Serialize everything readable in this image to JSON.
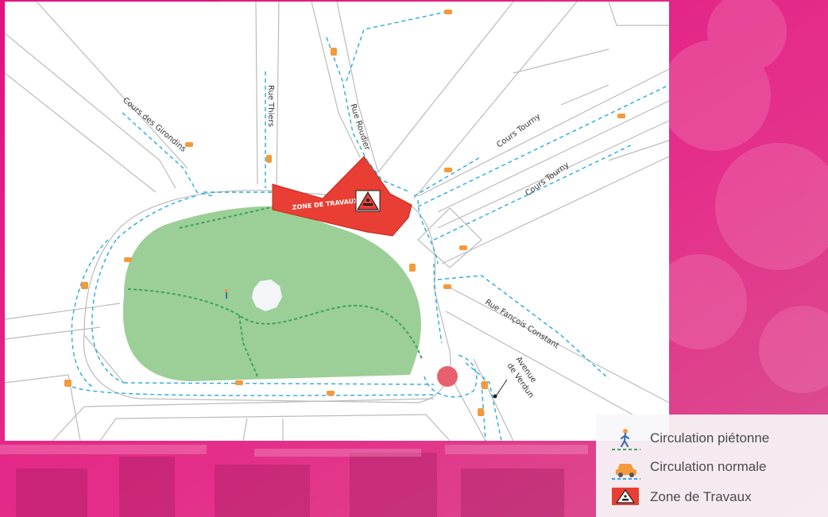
{
  "streets": {
    "rue_thiers": "Rue Thiers",
    "rue_roudier": "Rue Roudier",
    "cours_girondins": "Cours des Girondins",
    "cours_tourny_1": "Cours Tourny",
    "cours_tourny_2": "Cours Tourny",
    "rue_francois_constant": "Rue Fançois Constant",
    "avenue_verdun_1": "Avenue",
    "avenue_verdun_2": "de Verdun"
  },
  "zone_label": "ZONE DE TRAVAUX",
  "legend": [
    {
      "icon": "pedestrian-icon",
      "label": "Circulation piétonne"
    },
    {
      "icon": "car-icon",
      "label": "Circulation normale"
    },
    {
      "icon": "roadwork-sign-icon",
      "label": "Zone de Travaux"
    }
  ],
  "colors": {
    "park": "#9ccf97",
    "pedestrian_path": "#3aa35b",
    "traffic": "#27a9e1",
    "works_zone": "#e83e33",
    "roundabout": "#e8606d",
    "background": "#e0207f"
  }
}
